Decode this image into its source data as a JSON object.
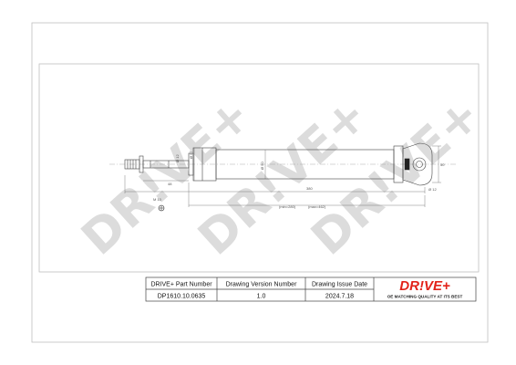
{
  "watermark": {
    "text": "DR!VE+"
  },
  "drawing": {
    "dimensions": {
      "overall_length": "380",
      "min_length": "(min=280)",
      "max_length": "(max=462)",
      "rod_length": "48",
      "diameter_small": "Ø 12",
      "diameter_body": "Ø 50",
      "diameter_eye": "Ø 57",
      "eye_height": "50",
      "eye_hole": "Ø 12",
      "thread": "M 10"
    }
  },
  "title_block": {
    "headers": [
      "DRIVE+ Part Number",
      "Drawing Version Number",
      "Drawing Issue Date"
    ],
    "values": [
      "DP1610.10.0635",
      "1.0",
      "2024.7.18"
    ]
  },
  "logo": {
    "text": "DR!VE+",
    "tagline": "OE MATCHING QUALITY AT ITS BEST"
  },
  "colors": {
    "brand_red": "#e2231a",
    "line": "#555555",
    "watermark": "#dcdcdc"
  }
}
